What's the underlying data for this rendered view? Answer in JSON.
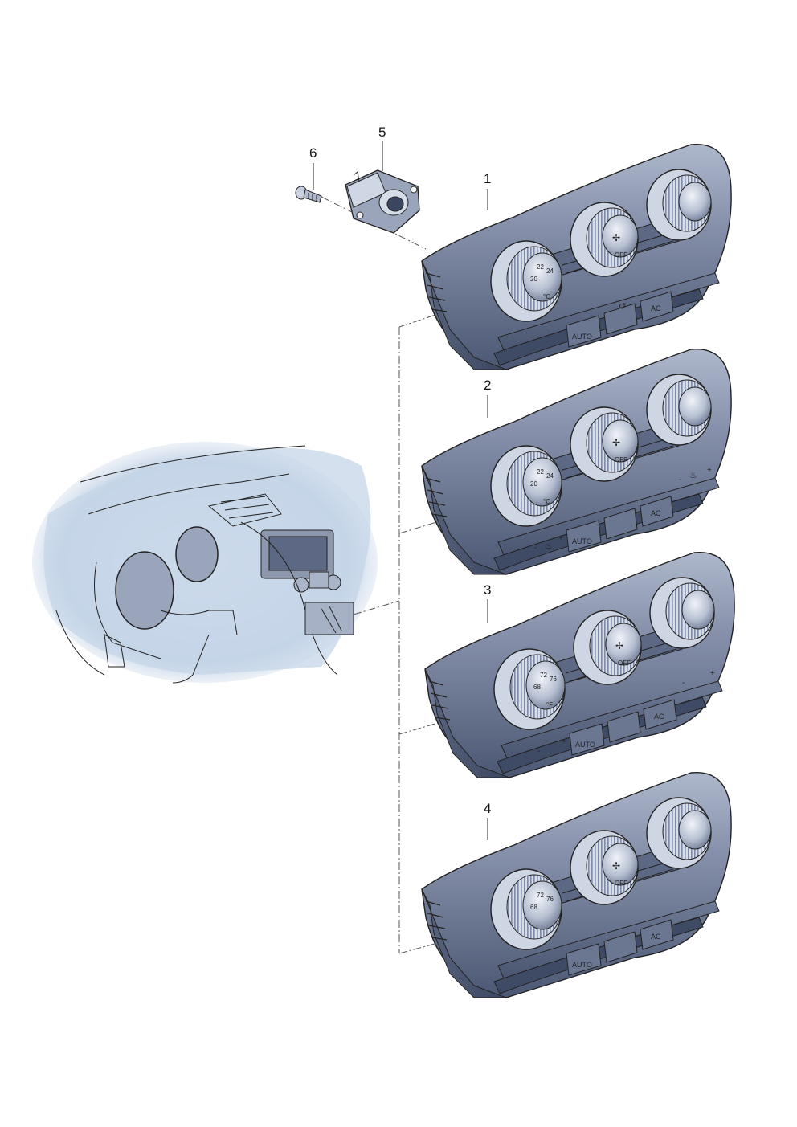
{
  "callouts": [
    "1",
    "2",
    "3",
    "4",
    "5",
    "6"
  ],
  "panel_labels": {
    "auto": "AUTO",
    "ac": "AC",
    "off": "OFF",
    "celsius": "°C",
    "fahrenheit": "°F",
    "minus": "-",
    "plus": "+"
  },
  "celsius_scale": [
    "20",
    "22",
    "24"
  ],
  "fahrenheit_scale": [
    "68",
    "72",
    "76"
  ],
  "colors": {
    "panel_dark": "#4c5873",
    "panel_mid": "#7e8aa6",
    "panel_light": "#c9d0e0",
    "dash_bg": "#b9cbe0",
    "line": "#222222"
  }
}
